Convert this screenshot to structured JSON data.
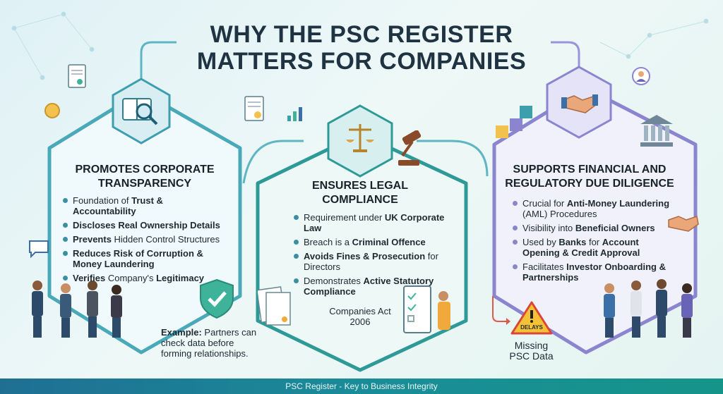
{
  "header": {
    "title_line1": "WHY THE PSC REGISTER",
    "title_line2": "MATTERS FOR COMPANIES"
  },
  "panels": [
    {
      "title_line1": "PROMOTES CORPORATE",
      "title_line2": "TRANSPARENCY",
      "color": "#3d9fae",
      "bullets": [
        [
          {
            "t": "Foundation of "
          },
          {
            "t": "Trust & Accountability",
            "b": true
          }
        ],
        [
          {
            "t": "Discloses Real Ownership Details",
            "b": true
          }
        ],
        [
          {
            "t": "Prevents",
            "b": true
          },
          {
            "t": " Hidden Control Structures"
          }
        ],
        [
          {
            "t": "Reduces Risk of Corruption & Money Laundering",
            "b": true
          }
        ],
        [
          {
            "t": "Verifies",
            "b": true
          },
          {
            "t": " Company's "
          },
          {
            "t": "Legitimacy",
            "b": true
          }
        ]
      ]
    },
    {
      "title_line1": "ENSURES LEGAL",
      "title_line2": "COMPLIANCE",
      "color": "#2e9a98",
      "bullets": [
        [
          {
            "t": "Requirement under "
          },
          {
            "t": "UK Corporate Law",
            "b": true
          }
        ],
        [
          {
            "t": "Breach is a "
          },
          {
            "t": "Criminal Offence",
            "b": true
          }
        ],
        [
          {
            "t": "Avoids Fines & Prosecution",
            "b": true
          },
          {
            "t": " for Directors"
          }
        ],
        [
          {
            "t": "Demonstrates "
          },
          {
            "t": "Active Statutory Compliance",
            "b": true
          }
        ]
      ],
      "act_line1": "Companies Act",
      "act_line2": "2006"
    },
    {
      "title_line1": "SUPPORTS FINANCIAL AND",
      "title_line2": "REGULATORY DUE DILIGENCE",
      "color": "#8b85d0",
      "bullets": [
        [
          {
            "t": "Crucial for "
          },
          {
            "t": "Anti-Money Laundering",
            "b": true
          },
          {
            "t": " (AML) Procedures"
          }
        ],
        [
          {
            "t": "Visibility into "
          },
          {
            "t": "Beneficial Owners",
            "b": true
          }
        ],
        [
          {
            "t": "Used by "
          },
          {
            "t": "Banks",
            "b": true
          },
          {
            "t": " for "
          },
          {
            "t": "Account Opening & Credit Approval",
            "b": true
          }
        ],
        [
          {
            "t": "Facilitates "
          },
          {
            "t": "Investor Onboarding & Partnerships",
            "b": true
          }
        ]
      ]
    }
  ],
  "example": {
    "label": "Example:",
    "text": " Partners can check data before forming relationships."
  },
  "warning": {
    "badge": "DELAYS",
    "line1": "Missing",
    "line2": "PSC Data"
  },
  "footer": {
    "text": "PSC Register - Key to Business Integrity"
  }
}
